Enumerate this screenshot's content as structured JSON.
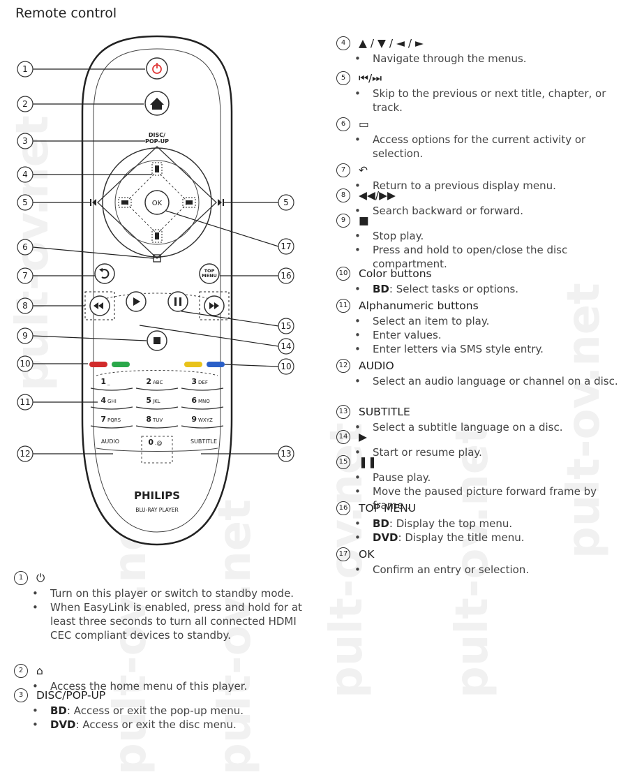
{
  "page_title": "Remote control",
  "remote": {
    "brand": "PHILIPS",
    "model": "BLU-RAY PLAYER",
    "disc_label_1": "DISC/",
    "disc_label_2": "POP-UP",
    "ok_label": "OK",
    "top_menu_1": "TOP",
    "top_menu_2": "MENU",
    "audio_label": "AUDIO",
    "subtitle_label": "SUBTITLE",
    "keys": [
      {
        "num": "1",
        "letters": "_"
      },
      {
        "num": "2",
        "letters": "ABC"
      },
      {
        "num": "3",
        "letters": "DEF"
      },
      {
        "num": "4",
        "letters": "GHI"
      },
      {
        "num": "5",
        "letters": "JKL"
      },
      {
        "num": "6",
        "letters": "MNO"
      },
      {
        "num": "7",
        "letters": "PQRS"
      },
      {
        "num": "8",
        "letters": "TUV"
      },
      {
        "num": "9",
        "letters": "WXYZ"
      },
      {
        "num": "0",
        "letters": ".@"
      }
    ],
    "colors": {
      "power": "#e03a3a",
      "red": "#d12a2a",
      "green": "#2aa84a",
      "yellow": "#e8c21a",
      "blue": "#2a5fc8"
    },
    "callouts": [
      "1",
      "2",
      "3",
      "4",
      "5",
      "6",
      "7",
      "8",
      "9",
      "10",
      "11",
      "12",
      "13",
      "14",
      "15",
      "16",
      "17"
    ]
  },
  "left_items": [
    {
      "num": "1",
      "symbol": "⏻",
      "bullets": [
        "Turn on this player or switch to standby mode.",
        "When EasyLink is enabled, press and hold for at least three seconds to turn all connected HDMI CEC compliant devices to standby."
      ]
    },
    {
      "num": "2",
      "symbol": "⌂",
      "bullets": [
        "Access the home menu of this player."
      ]
    },
    {
      "num": "3",
      "heading": "DISC/POP-UP",
      "bullets": [
        {
          "bold": "BD",
          "text": ": Access or exit the pop-up menu."
        },
        {
          "bold": "DVD",
          "text": ": Access or exit the disc menu."
        }
      ]
    }
  ],
  "right_items": [
    {
      "num": "4",
      "symbol": "▲ / ▼ / ◄ / ►",
      "bullets": [
        "Navigate through the menus."
      ]
    },
    {
      "num": "5",
      "symbol": "⏮/⏭",
      "bullets": [
        "Skip to the previous or next title, chapter, or track."
      ]
    },
    {
      "num": "6",
      "symbol": "▭",
      "bullets": [
        "Access options for the current activity or selection."
      ]
    },
    {
      "num": "7",
      "symbol": "↶",
      "bullets": [
        "Return to a previous display menu."
      ]
    },
    {
      "num": "8",
      "symbol": "◀◀/▶▶",
      "bullets": [
        "Search backward or forward."
      ]
    },
    {
      "num": "9",
      "symbol": "■",
      "bullets": [
        "Stop play.",
        "Press and hold to open/close the disc compartment."
      ]
    },
    {
      "num": "10",
      "heading": "Color buttons",
      "bullets": [
        {
          "bold": "BD",
          "text": ": Select tasks or options."
        }
      ]
    },
    {
      "num": "11",
      "heading": "Alphanumeric buttons",
      "bullets": [
        "Select an item to play.",
        "Enter values.",
        "Enter letters via SMS style entry."
      ]
    },
    {
      "num": "12",
      "heading": "AUDIO",
      "bullets": [
        "Select an audio language or channel on a disc."
      ]
    },
    {
      "num": "13",
      "heading": "SUBTITLE",
      "bullets": [
        "Select a subtitle language on a disc."
      ]
    },
    {
      "num": "14",
      "symbol": "▶",
      "bullets": [
        "Start or resume play."
      ]
    },
    {
      "num": "15",
      "symbol": "❚❚",
      "bullets": [
        "Pause play.",
        "Move the paused picture forward frame by frame ."
      ]
    },
    {
      "num": "16",
      "heading": "TOP MENU",
      "bullets": [
        {
          "bold": "BD",
          "text": ": Display the top menu."
        },
        {
          "bold": "DVD",
          "text": ": Display the title menu."
        }
      ]
    },
    {
      "num": "17",
      "heading": "OK",
      "bullets": [
        "Confirm an entry or selection."
      ]
    }
  ],
  "watermark": "pult-ov.net"
}
